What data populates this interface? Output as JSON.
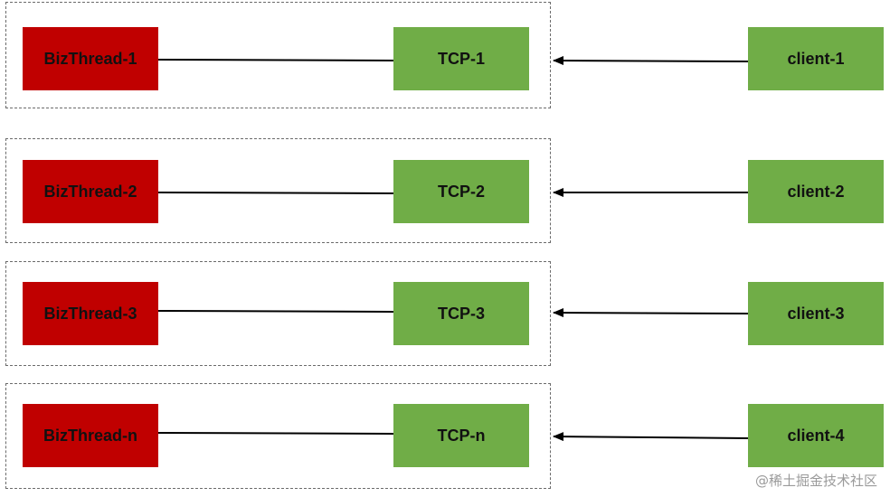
{
  "rows": [
    {
      "thread": "BizThread-1",
      "tcp": "TCP-1",
      "client": "client-1"
    },
    {
      "thread": "BizThread-2",
      "tcp": "TCP-2",
      "client": "client-2"
    },
    {
      "thread": "BizThread-3",
      "tcp": "TCP-3",
      "client": "client-3"
    },
    {
      "thread": "BizThread-n",
      "tcp": "TCP-n",
      "client": "client-4"
    }
  ],
  "watermark": "@稀土掘金技术社区",
  "colors": {
    "thread_fill": "#c00000",
    "node_fill": "#70ad47",
    "border": "#6b6b6b",
    "line": "#000000"
  }
}
